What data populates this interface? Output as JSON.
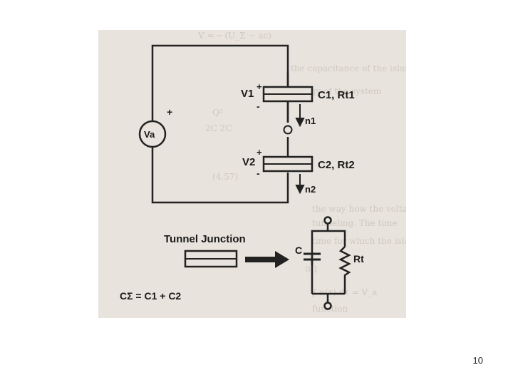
{
  "circuit": {
    "source_label": "Va",
    "source_plus": "+",
    "v1_label": "V1",
    "v2_label": "V2",
    "plus": "+",
    "minus": "-",
    "junction1_label": "C1, Rt1",
    "junction2_label": "C2, Rt2",
    "n1_label": "n1",
    "n2_label": "n2"
  },
  "equivalent": {
    "title": "Tunnel Junction",
    "cap_label": "C",
    "res_label": "Rt"
  },
  "formula": "CΣ = C1 + C2",
  "page_number": "10"
}
